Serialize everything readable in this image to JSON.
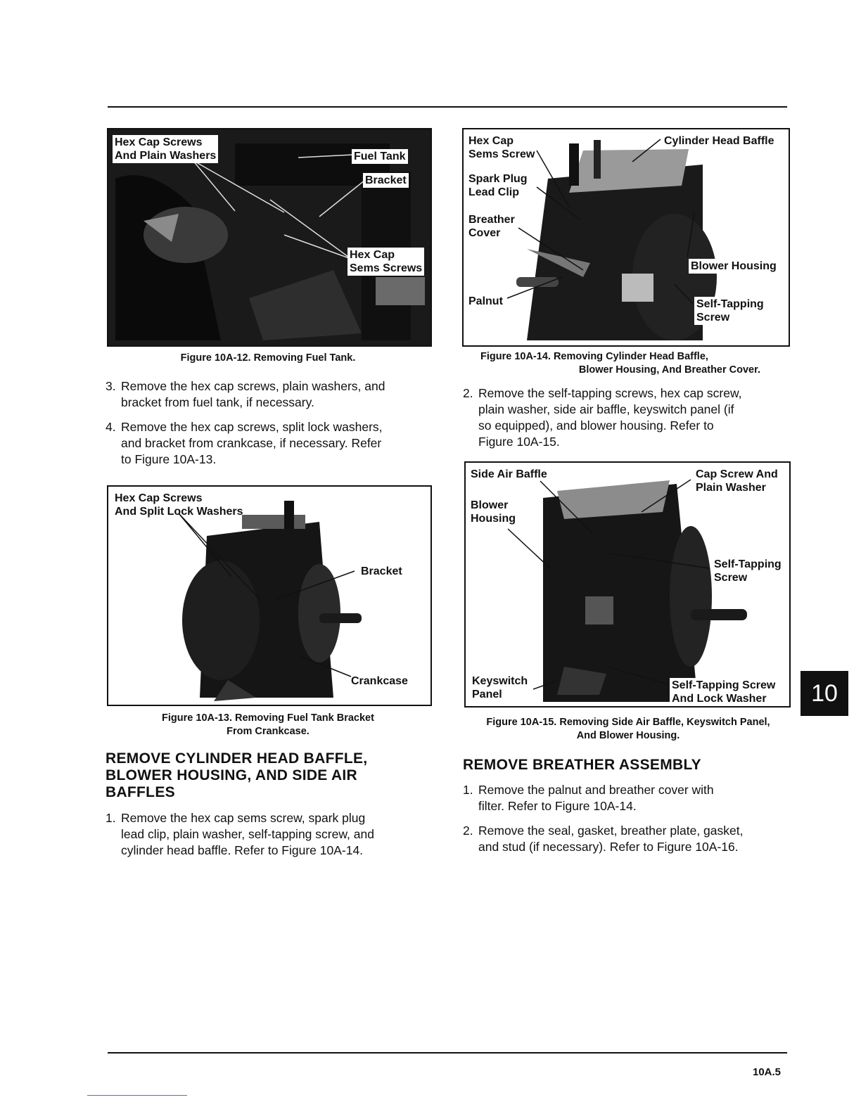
{
  "figures": {
    "fig12": {
      "labels": {
        "hex_cap_screws": "Hex Cap Screws\nAnd Plain Washers",
        "fuel_tank": "Fuel Tank",
        "bracket": "Bracket",
        "hex_cap_sems": "Hex Cap\nSems Screws"
      },
      "caption": "Figure 10A-12. Removing Fuel Tank."
    },
    "fig13": {
      "labels": {
        "hex_cap_screws": "Hex Cap Screws\nAnd Split Lock Washers",
        "bracket": "Bracket",
        "crankcase": "Crankcase"
      },
      "caption_line1": "Figure 10A-13. Removing Fuel Tank Bracket",
      "caption_line2": "From Crankcase."
    },
    "fig14": {
      "labels": {
        "hex_cap_sems": "Hex Cap\nSems Screw",
        "cylinder_head_baffle": "Cylinder Head Baffle",
        "spark_plug": "Spark Plug\nLead Clip",
        "breather_cover": "Breather\nCover",
        "blower_housing": "Blower Housing",
        "palnut": "Palnut",
        "self_tapping": "Self-Tapping\nScrew"
      },
      "caption_line1": "Figure 10A-14. Removing Cylinder Head Baffle,",
      "caption_line2": "Blower Housing, And Breather Cover."
    },
    "fig15": {
      "labels": {
        "side_air_baffle": "Side Air Baffle",
        "cap_screw": "Cap Screw And\nPlain Washer",
        "blower_housing": "Blower\nHousing",
        "self_tapping": "Self-Tapping\nScrew",
        "keyswitch": "Keyswitch\nPanel",
        "self_tapping_lock": "Self-Tapping Screw\nAnd Lock Washer"
      },
      "caption_line1": "Figure 10A-15. Removing Side Air Baffle, Keyswitch Panel,",
      "caption_line2": "And Blower Housing."
    }
  },
  "left_steps": [
    {
      "num": "3.",
      "text": "Remove the hex cap screws, plain washers, and\nbracket from fuel tank, if necessary."
    },
    {
      "num": "4.",
      "text": "Remove the hex cap screws, split lock washers,\nand bracket from crankcase, if necessary. Refer\nto Figure 10A-13."
    }
  ],
  "heading_baffles": "REMOVE CYLINDER HEAD BAFFLE,\nBLOWER HOUSING, AND SIDE AIR\nBAFFLES",
  "baffle_steps": [
    {
      "num": "1.",
      "text": "Remove the hex cap sems screw, spark plug\nlead clip, plain washer, self-tapping screw, and\ncylinder head baffle. Refer to Figure 10A-14."
    }
  ],
  "right_steps": [
    {
      "num": "2.",
      "text": "Remove the self-tapping screws, hex cap screw,\nplain washer, side air baffle, keyswitch panel (if\nso equipped), and blower housing. Refer to\nFigure 10A-15."
    }
  ],
  "heading_breather": "REMOVE BREATHER ASSEMBLY",
  "breather_steps": [
    {
      "num": "1.",
      "text": "Remove the palnut and breather cover with\nfilter. Refer to Figure 10A-14."
    },
    {
      "num": "2.",
      "text": "Remove the seal, gasket, breather plate, gasket,\nand stud (if necessary). Refer to Figure 10A-16."
    }
  ],
  "section_tab": "10",
  "page_number": "10A.5"
}
